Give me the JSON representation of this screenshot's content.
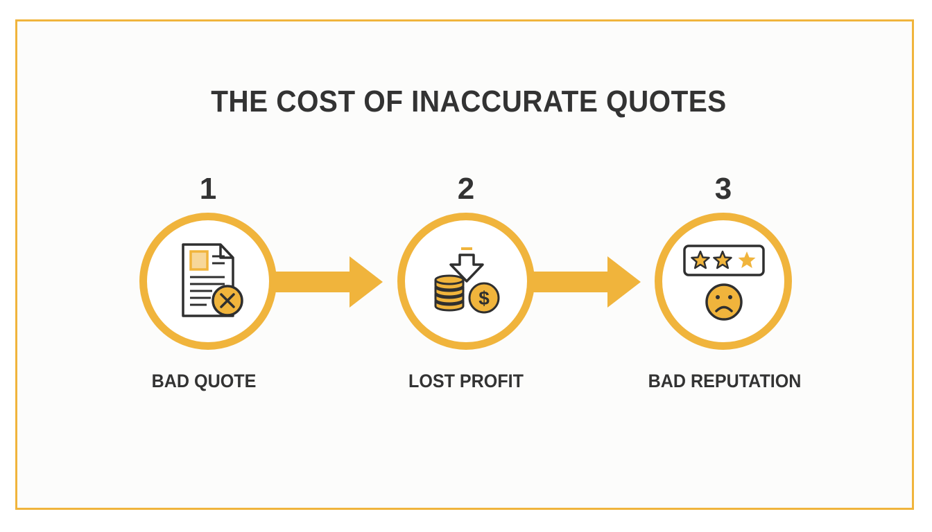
{
  "title": "THE COST OF INACCURATE QUOTES",
  "steps": [
    {
      "number": "1",
      "label": "BAD QUOTE",
      "icon": "document-x-icon"
    },
    {
      "number": "2",
      "label": "LOST PROFIT",
      "icon": "coins-down-dollar-icon"
    },
    {
      "number": "3",
      "label": "BAD REPUTATION",
      "icon": "rating-sad-face-icon"
    }
  ],
  "colors": {
    "accent": "#f0b43c",
    "text": "#333333",
    "icon_stroke": "#2f2f2f"
  }
}
